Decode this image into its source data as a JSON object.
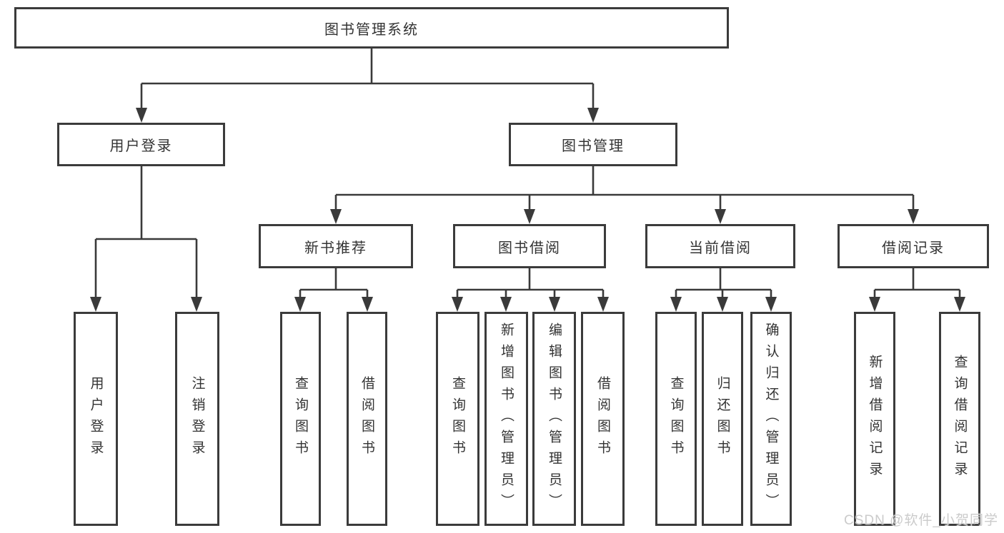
{
  "diagram_type": "hierarchy-tree",
  "colors": {
    "background": "#ffffff",
    "line": "#3a3a3a",
    "box_border": "#3b3b3b",
    "text": "#333333",
    "watermark_text": "#cbcbcb"
  },
  "tree": {
    "root": {
      "label": "图书管理系统",
      "children": [
        {
          "label": "用户登录",
          "children": [
            {
              "label": "用户登录"
            },
            {
              "label": "注销登录"
            }
          ]
        },
        {
          "label": "图书管理",
          "children": [
            {
              "label": "新书推荐",
              "children": [
                {
                  "label": "查询图书"
                },
                {
                  "label": "借阅图书"
                }
              ]
            },
            {
              "label": "图书借阅",
              "children": [
                {
                  "label": "查询图书"
                },
                {
                  "label": "新增图书（管理员）"
                },
                {
                  "label": "编辑图书（管理员）"
                },
                {
                  "label": "借阅图书"
                }
              ]
            },
            {
              "label": "当前借阅",
              "children": [
                {
                  "label": "查询图书"
                },
                {
                  "label": "归还图书"
                },
                {
                  "label": "确认归还（管理员）"
                }
              ]
            },
            {
              "label": "借阅记录",
              "children": [
                {
                  "label": "新增借阅记录"
                },
                {
                  "label": "查询借阅记录"
                }
              ]
            }
          ]
        }
      ]
    }
  },
  "watermark": "CSDN @软件_小贺同学"
}
